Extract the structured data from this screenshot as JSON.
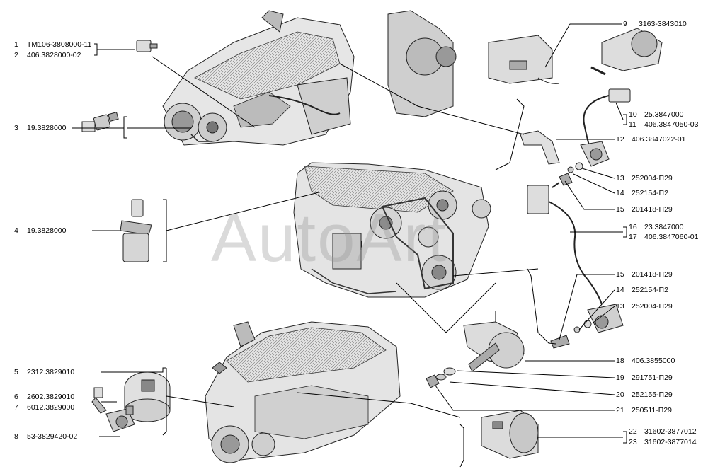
{
  "watermark": "AutoArt",
  "left_callouts": [
    {
      "num": "1",
      "code": "ТМ106-3808000-11"
    },
    {
      "num": "2",
      "code": "406.3828000-02"
    },
    {
      "num": "3",
      "code": "19.3828000"
    },
    {
      "num": "4",
      "code": "19.3828000"
    },
    {
      "num": "5",
      "code": "2312.3829010"
    },
    {
      "num": "6",
      "code": "2602.3829010"
    },
    {
      "num": "7",
      "code": "6012.3829000"
    },
    {
      "num": "8",
      "code": "53-3829420-02"
    }
  ],
  "right_callouts": [
    {
      "num": "9",
      "code": "3163-3843010"
    },
    {
      "num": "10",
      "code": "25.3847000"
    },
    {
      "num": "11",
      "code": "406.3847050-03"
    },
    {
      "num": "12",
      "code": "406.3847022-01"
    },
    {
      "num": "13",
      "code": "252004-П29"
    },
    {
      "num": "14",
      "code": "252154-П2"
    },
    {
      "num": "15",
      "code": "201418-П29"
    },
    {
      "num": "16",
      "code": "23.3847000"
    },
    {
      "num": "17",
      "code": "406.3847060-01"
    },
    {
      "num": "15",
      "code": "201418-П29"
    },
    {
      "num": "14",
      "code": "252154-П2"
    },
    {
      "num": "13",
      "code": "252004-П29"
    },
    {
      "num": "18",
      "code": "406.3855000"
    },
    {
      "num": "19",
      "code": "291751-П29"
    },
    {
      "num": "20",
      "code": "252155-П29"
    },
    {
      "num": "21",
      "code": "250511-П29"
    },
    {
      "num": "22",
      "code": "31602-3877012"
    },
    {
      "num": "23",
      "code": "31602-3877014"
    }
  ],
  "colors": {
    "line": "#000000",
    "engine_fill": "#d9d9d9",
    "engine_dark": "#555555",
    "watermark": "#969696"
  }
}
